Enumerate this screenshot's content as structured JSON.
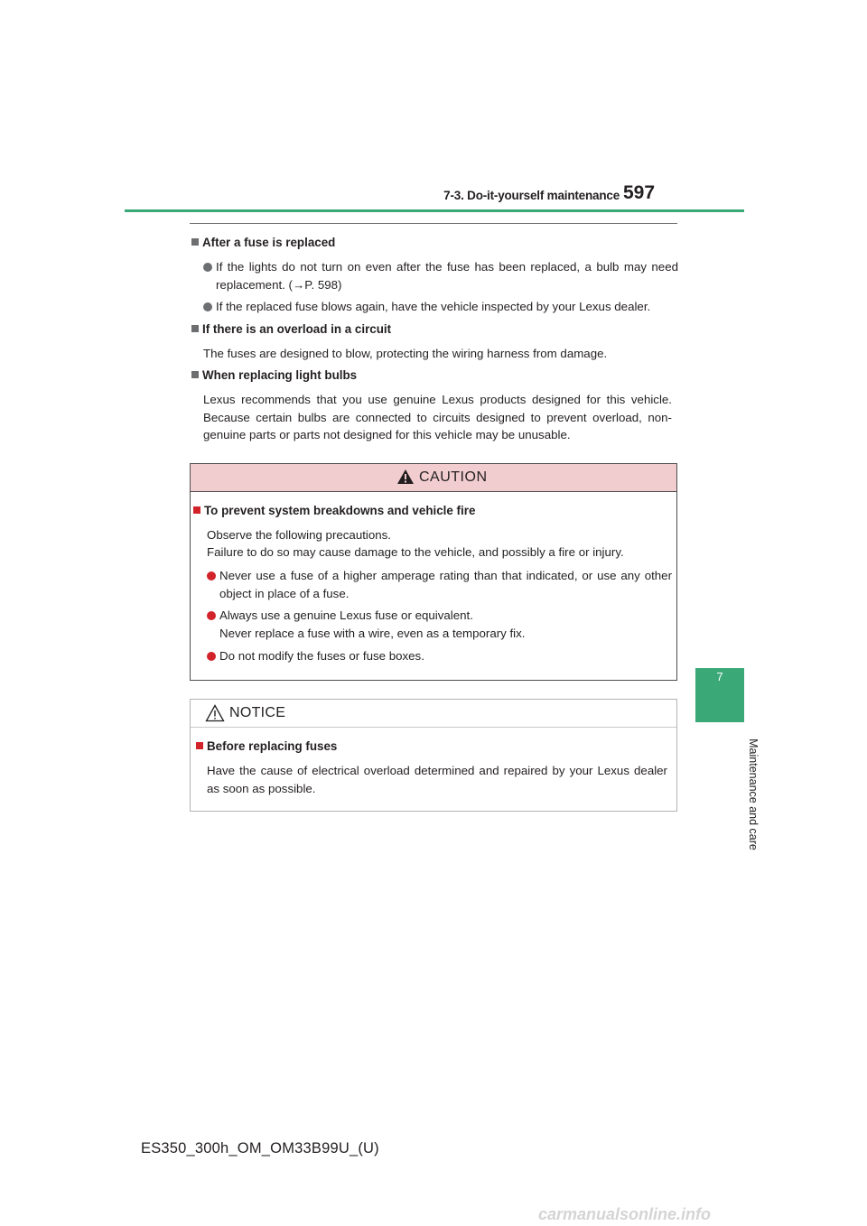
{
  "header": {
    "section": "7-3. Do-it-yourself maintenance",
    "page_number": "597"
  },
  "side_tab": {
    "number": "7",
    "label": "Maintenance and care"
  },
  "sections": {
    "s1_heading": "After a fuse is replaced",
    "s1_b1": "If the lights do not turn on even after the fuse has been replaced, a bulb may need replacement. (→P. 598)",
    "s1_b2": "If the replaced fuse blows again, have the vehicle inspected by your Lexus dealer.",
    "s2_heading": "If there is an overload in a circuit",
    "s2_text": "The fuses are designed to blow, protecting the wiring harness from damage.",
    "s3_heading": "When replacing light bulbs",
    "s3_text": "Lexus recommends that you use genuine Lexus products designed for this vehicle. Because certain bulbs are connected to circuits designed to prevent overload, non-genuine parts or parts not designed for this vehicle may be unusable."
  },
  "caution": {
    "title": "CAUTION",
    "heading": "To prevent system breakdowns and vehicle fire",
    "intro_1": "Observe the following precautions.",
    "intro_2": "Failure to do so may cause damage to the vehicle, and possibly a fire or injury.",
    "b1": "Never use a fuse of a higher amperage rating than that indicated, or use any other object in place of a fuse.",
    "b2_line1": "Always use a genuine Lexus fuse or equivalent.",
    "b2_line2": "Never replace a fuse with a wire, even as a temporary fix.",
    "b3": "Do not modify the fuses or fuse boxes."
  },
  "notice": {
    "title": "NOTICE",
    "heading": "Before replacing fuses",
    "text": "Have the cause of electrical overload determined and repaired by your Lexus dealer as soon as possible."
  },
  "footer": "ES350_300h_OM_OM33B99U_(U)",
  "watermark": "carmanualsonline.info",
  "colors": {
    "accent_green": "#3aa877",
    "caution_fill": "#f2cdd0",
    "bullet_red": "#d2232a"
  }
}
